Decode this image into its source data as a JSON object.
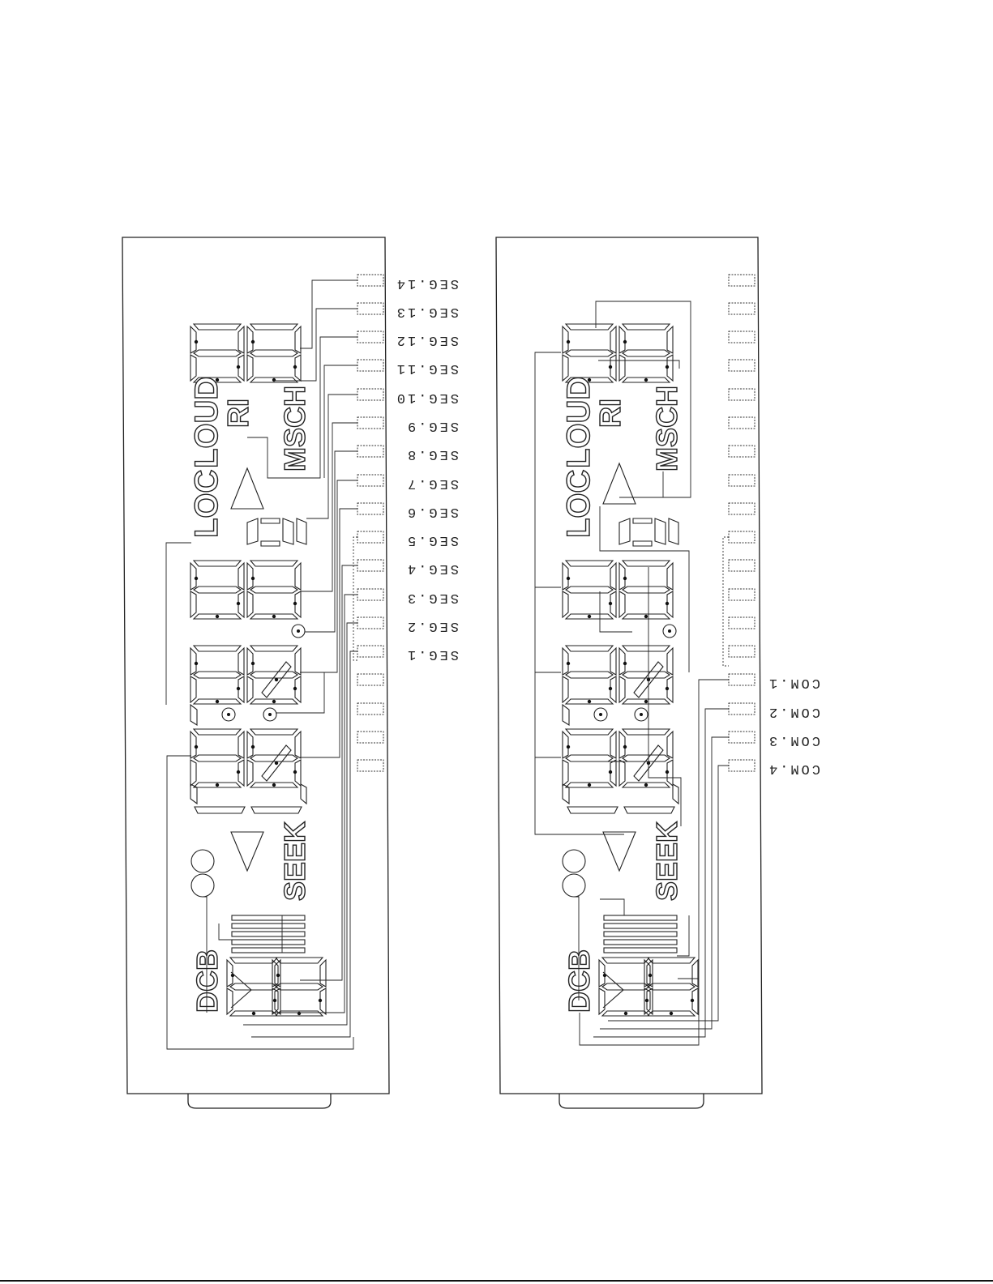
{
  "left_panel": {
    "pin_labels": [
      "SEG.14",
      "SEG.13",
      "SEG.12",
      "SEG.11",
      "SEG.10",
      "SEG.9",
      "SEG.8",
      "SEG.7",
      "SEG.6",
      "SEG.5",
      "SEG.4",
      "SEG.3",
      "SEG.2",
      "SEG.1"
    ],
    "lcd_words": [
      "LOC",
      "LOUD",
      "RI",
      "MSCH",
      "SEEK",
      "DCB"
    ]
  },
  "right_panel": {
    "pin_labels": [
      "COM.1",
      "COM.2",
      "COM.3",
      "COM.4"
    ],
    "lcd_words": [
      "LOC",
      "LOUD",
      "RI",
      "MSCH",
      "SEEK",
      "DCB"
    ]
  }
}
